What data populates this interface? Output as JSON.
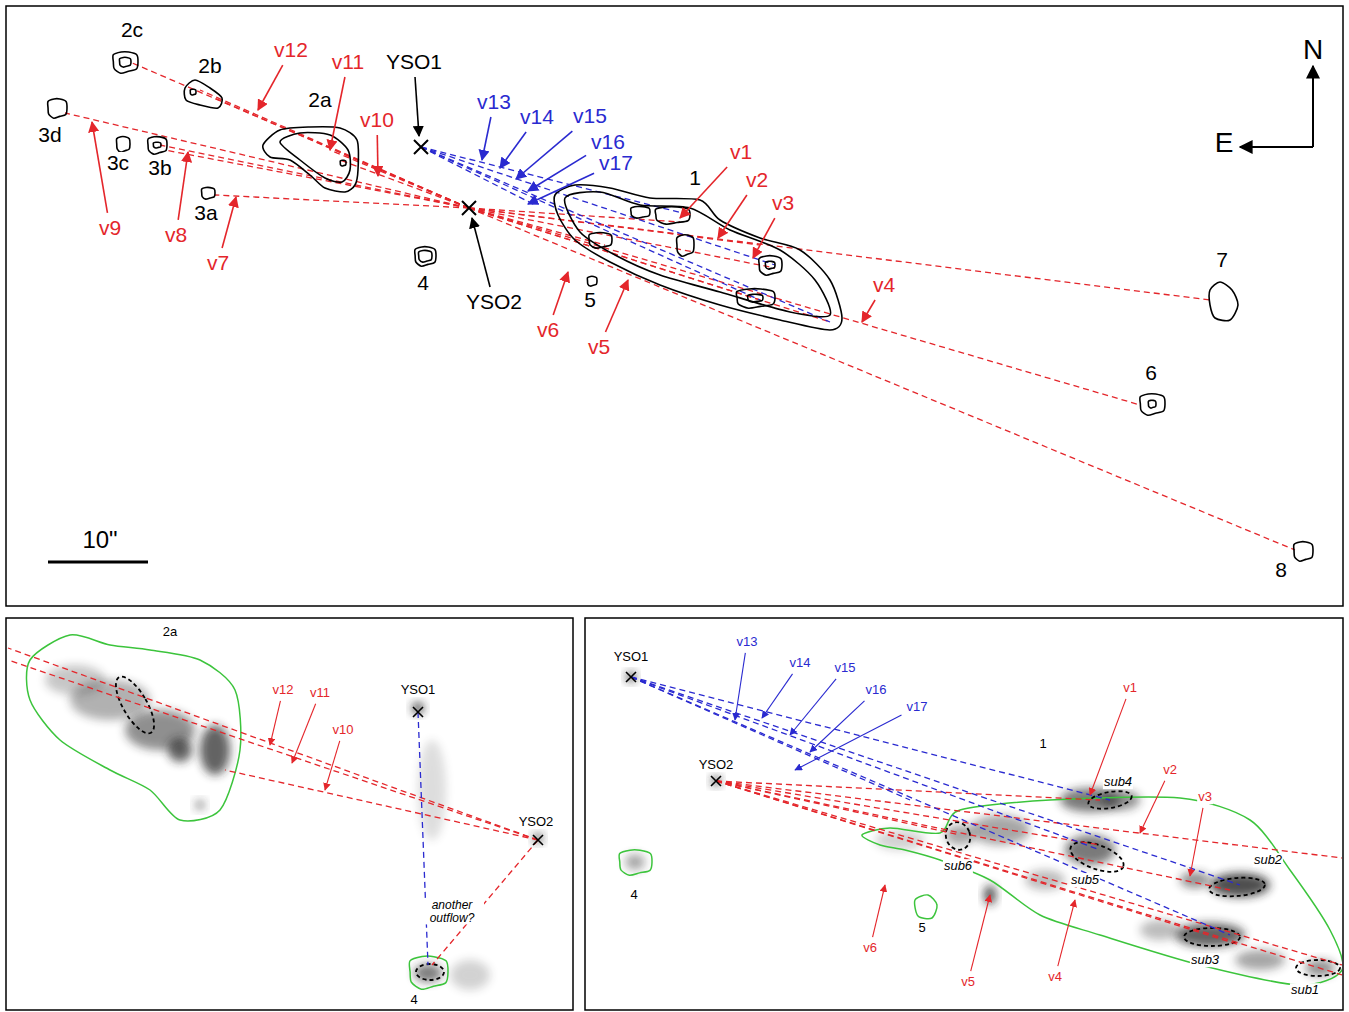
{
  "diagram": {
    "labels": [
      "2c",
      "2b",
      "2a",
      "v12",
      "v11",
      "v10",
      "YSO1",
      "v13",
      "v14",
      "v15",
      "v16",
      "v17",
      "v1",
      "v2",
      "v3",
      "1",
      "7",
      "v4",
      "6",
      "8",
      "3d",
      "3c",
      "3b",
      "3a",
      "v9",
      "v8",
      "v7",
      "4",
      "YSO2",
      "5",
      "v6",
      "v5",
      "N",
      "E",
      "10\"",
      "2a",
      "v12",
      "v11",
      "v10",
      "YSO1",
      "YSO2",
      "another outflow?",
      "4",
      "YSO1",
      "v13",
      "v14",
      "v15",
      "v16",
      "v17",
      "1",
      "v1",
      "YSO2",
      "sub4",
      "v2",
      "v3",
      "sub2",
      "sub6",
      "sub5",
      "4",
      "5",
      "v6",
      "v5",
      "v4",
      "sub3",
      "sub1"
    ]
  }
}
